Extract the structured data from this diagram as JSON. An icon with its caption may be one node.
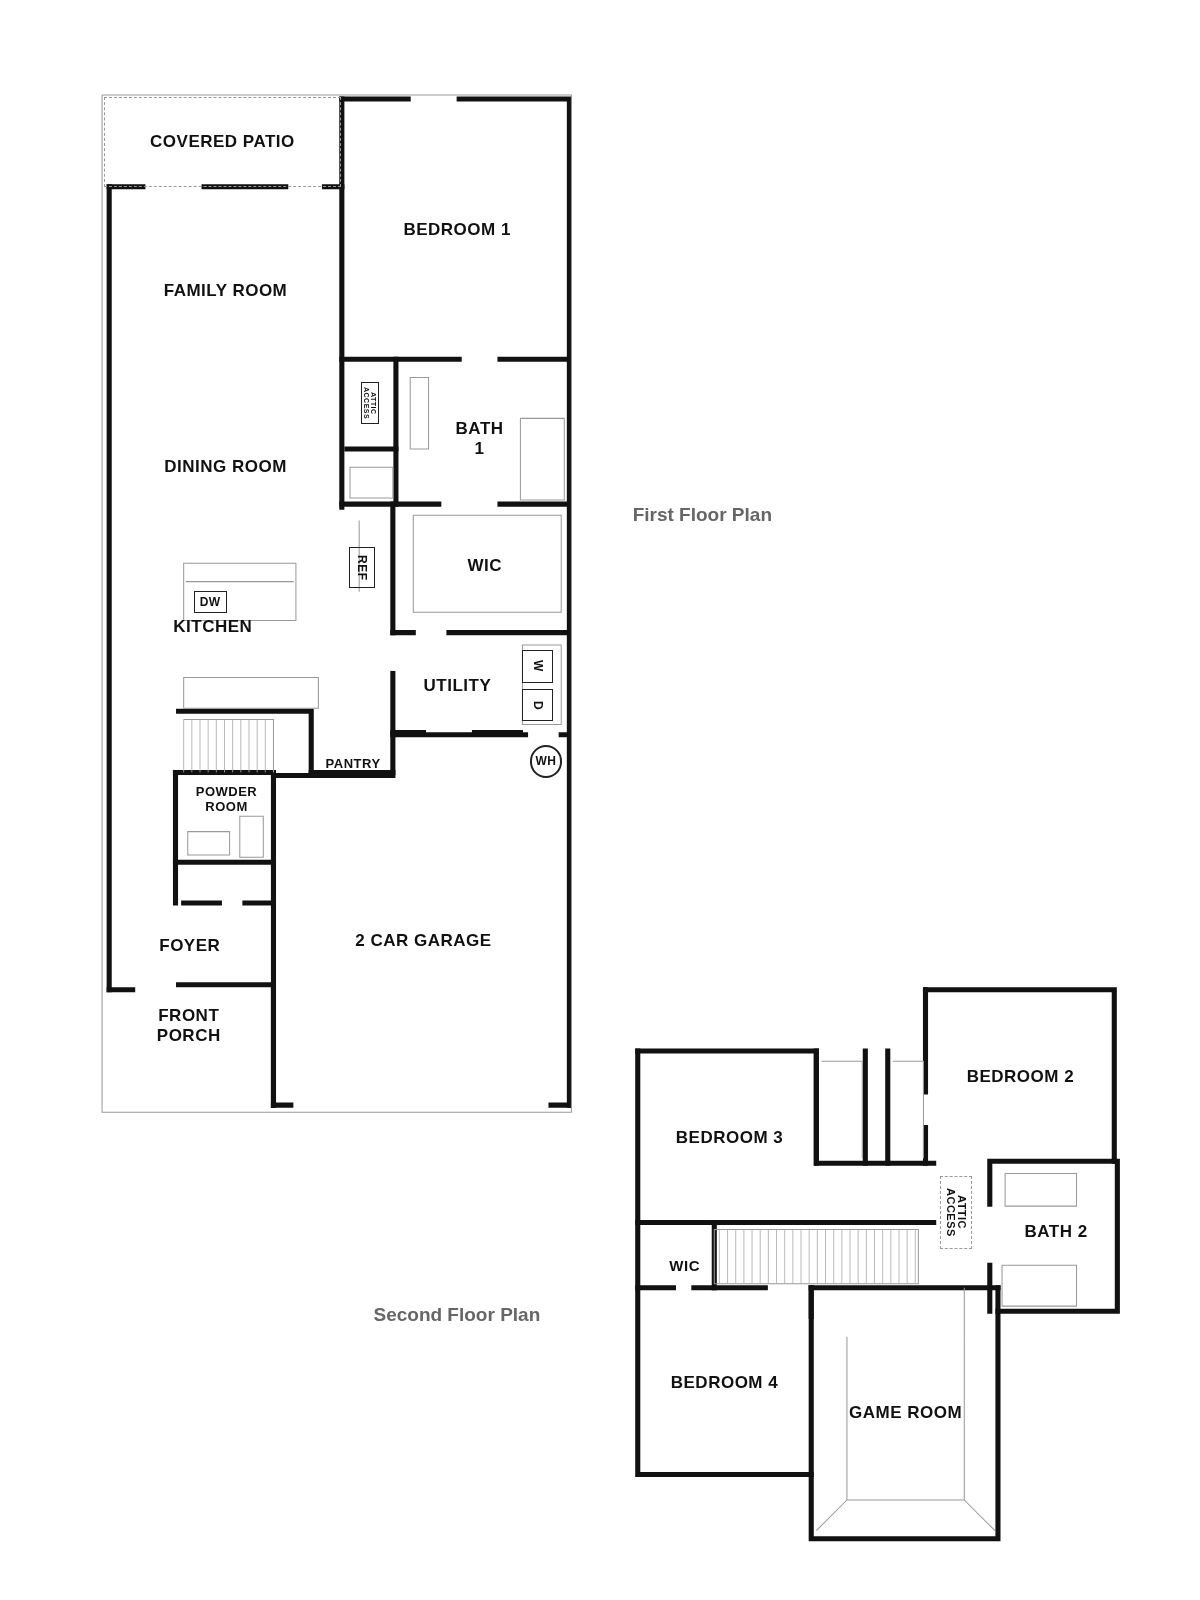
{
  "diagram": {
    "nodes": [
      {
        "text": [
          "COVERED PATIO"
        ]
      },
      {
        "text": [
          "BEDROOM 1"
        ]
      },
      {
        "text": [
          "FAMILY ROOM"
        ]
      },
      {
        "text": [
          "DINING ROOM"
        ]
      },
      {
        "text": [
          "KITCHEN"
        ]
      },
      {
        "text": [
          "ATTIC ACCESS"
        ]
      },
      {
        "text": [
          "BATH 1"
        ]
      },
      {
        "text": [
          "REF"
        ]
      },
      {
        "text": [
          "DW"
        ],
        "in": 4
      },
      {
        "text": [
          "WIC"
        ]
      },
      {
        "text": [
          "UTILITY"
        ]
      },
      {
        "text": [
          "W"
        ],
        "in": 10
      },
      {
        "text": [
          "D"
        ],
        "in": 10
      },
      {
        "text": [
          "PANTRY"
        ]
      },
      {
        "text": [
          "WH"
        ]
      },
      {
        "text": [
          "POWDER ROOM"
        ]
      },
      {
        "text": [
          "FOYER"
        ]
      },
      {
        "text": [
          "FRONT PORCH"
        ]
      },
      {
        "text": [
          "2 CAR GARAGE"
        ]
      },
      {
        "text": [
          "BEDROOM 3"
        ]
      },
      {
        "text": [
          "BEDROOM 2"
        ]
      },
      {
        "text": [
          "ATTIC ACCESS"
        ]
      },
      {
        "text": [
          "BATH 2"
        ]
      },
      {
        "text": [
          "WIC"
        ]
      },
      {
        "text": [
          "BEDROOM 4"
        ]
      },
      {
        "text": [
          "GAME ROOM"
        ]
      }
    ],
    "labels": [
      "First Floor Plan",
      "Second Floor Plan"
    ]
  }
}
